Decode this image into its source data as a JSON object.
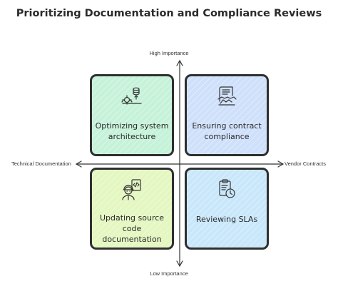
{
  "title": "Prioritizing Documentation and Compliance Reviews",
  "axes": {
    "top": "High Importance",
    "bottom": "Low Importance",
    "left": "Technical Documentation",
    "right": "Vendor Contracts"
  },
  "quadrants": {
    "top_left": {
      "label": "Optimizing system architecture",
      "icon": "architecture-icon",
      "color": "#c6f2d9"
    },
    "top_right": {
      "label": "Ensuring contract compliance",
      "icon": "contract-icon",
      "color": "#cfe0fb"
    },
    "bottom_left": {
      "label": "Updating source code documentation",
      "icon": "developer-icon",
      "color": "#e4f7c1"
    },
    "bottom_right": {
      "label": "Reviewing SLAs",
      "icon": "sla-clock-icon",
      "color": "#c9e7fa"
    }
  }
}
